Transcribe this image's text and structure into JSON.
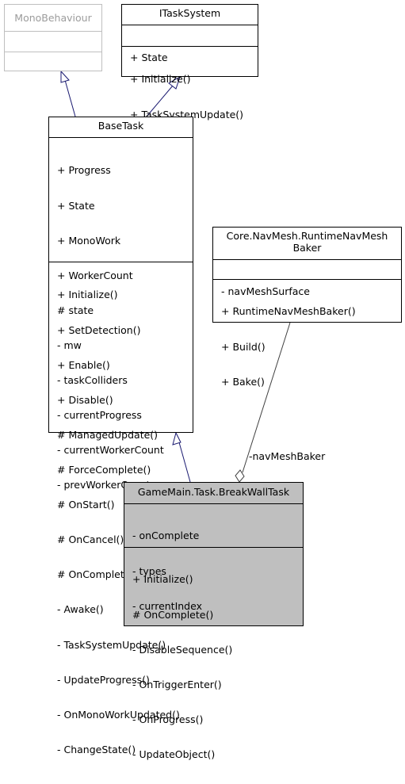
{
  "classes": {
    "monobehaviour": {
      "title": "MonoBehaviour"
    },
    "itasksystem": {
      "title": "ITaskSystem",
      "attributes": [
        "+ State"
      ],
      "operations": [
        "+ Initialize()",
        "+ TaskSystemUpdate()"
      ]
    },
    "basetask": {
      "title": "BaseTask",
      "attributes": [
        "+ Progress",
        "+ State",
        "+ MonoWork",
        "+ WorkerCount",
        "# state",
        "- mw",
        "- taskColliders",
        "- currentProgress",
        "- currentWorkerCount",
        "- prevWorkerCount"
      ],
      "operations": [
        "+ Initialize()",
        "+ SetDetection()",
        "+ Enable()",
        "+ Disable()",
        "# ManagedUpdate()",
        "# ForceComplete()",
        "# OnStart()",
        "# OnCancel()",
        "# OnComplete()",
        "- Awake()",
        "- TaskSystemUpdate()",
        "- UpdateProgress()",
        "- OnMonoWorkUpdated()",
        "- ChangeState()"
      ]
    },
    "runtimenavmeshbaker": {
      "title_line1": "Core.NavMesh.RuntimeNavMesh",
      "title_line2": "Baker",
      "attributes": [
        "- navMeshSurface"
      ],
      "operations": [
        "+ RuntimeNavMeshBaker()",
        "+ Build()",
        "+ Bake()"
      ]
    },
    "breakwalltask": {
      "title": "GameMain.Task.BreakWallTask",
      "attributes": [
        "- onComplete",
        "- types",
        "- currentIndex"
      ],
      "operations": [
        "+ Initialize()",
        "# OnComplete()",
        "- DisableSequence()",
        "- OnTriggerEnter()",
        "- OnProgress()",
        "- UpdateObject()"
      ]
    }
  },
  "edges": {
    "aggregation_label": "-navMeshBaker"
  },
  "colors": {
    "inheritance_edge": "#191970",
    "aggregation_edge": "#404040",
    "focus_fill": "#bfbfbf",
    "external_border": "#bfbfbf",
    "external_text": "#9c9c9c"
  }
}
